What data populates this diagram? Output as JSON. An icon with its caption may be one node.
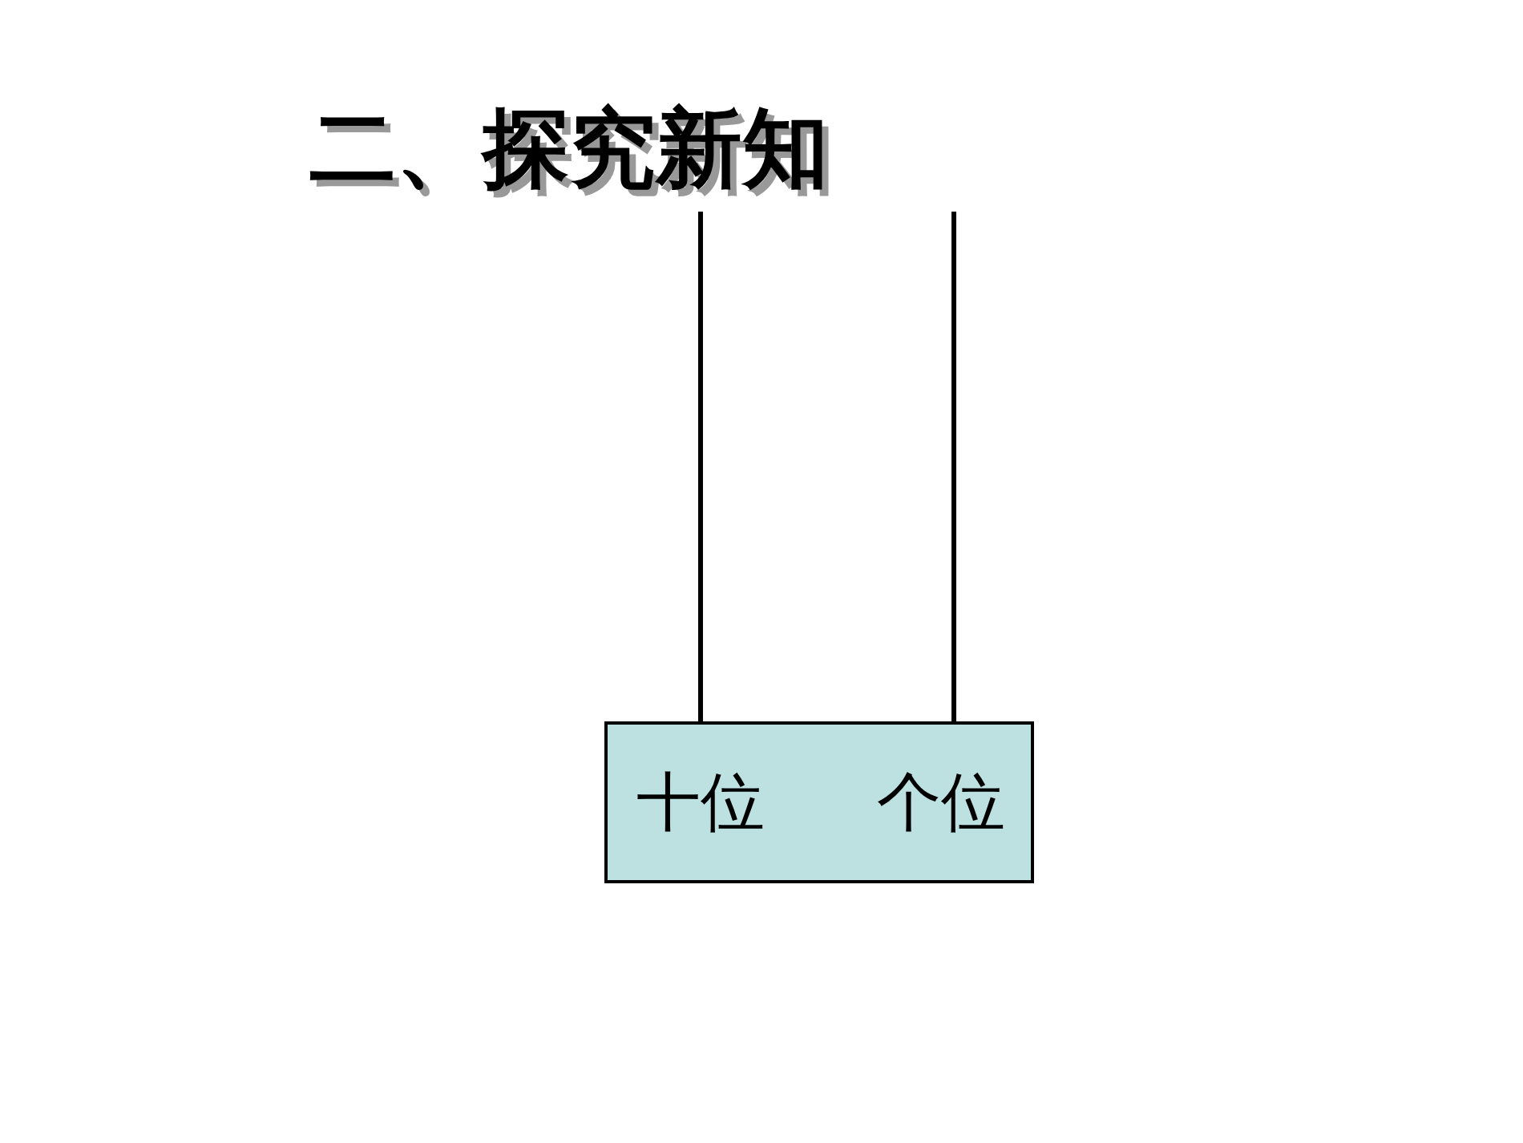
{
  "diagram": {
    "title": "二、探究新知",
    "nodes": [
      {
        "text": [
          "十位",
          "个位"
        ]
      }
    ]
  }
}
